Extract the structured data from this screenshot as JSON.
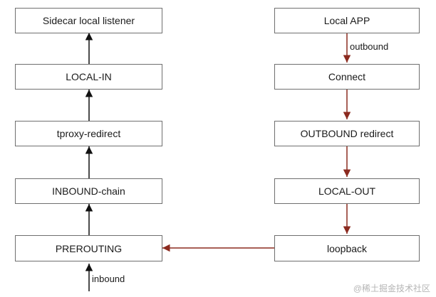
{
  "left_column": {
    "sidecar_listener": "Sidecar local listener",
    "local_in": "LOCAL-IN",
    "tproxy_redirect": "tproxy-redirect",
    "inbound_chain": "INBOUND-chain",
    "prerouting": "PREROUTING",
    "inbound_label": "inbound"
  },
  "right_column": {
    "local_app": "Local APP",
    "outbound_label": "outbound",
    "connect": "Connect",
    "outbound_redirect": "OUTBOUND redirect",
    "local_out": "LOCAL-OUT",
    "loopback": "loopback"
  },
  "colors": {
    "inbound_arrow": "#111111",
    "outbound_arrow": "#8b2a1f",
    "box_border": "#6f6f6f"
  },
  "watermark": "@稀土掘金技术社区"
}
